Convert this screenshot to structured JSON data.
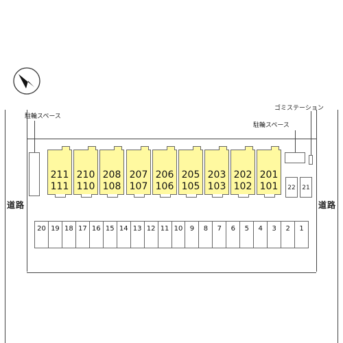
{
  "roads": {
    "left_label": "道路",
    "right_label": "道路"
  },
  "labels": {
    "bike_left": "駐輪スペース",
    "bike_right": "駐輪スペース",
    "garbage": "ゴミステーション"
  },
  "units": [
    {
      "upper": "211",
      "lower": "111"
    },
    {
      "upper": "210",
      "lower": "110"
    },
    {
      "upper": "208",
      "lower": "108"
    },
    {
      "upper": "207",
      "lower": "107"
    },
    {
      "upper": "206",
      "lower": "106"
    },
    {
      "upper": "205",
      "lower": "105"
    },
    {
      "upper": "203",
      "lower": "103"
    },
    {
      "upper": "202",
      "lower": "102"
    },
    {
      "upper": "201",
      "lower": "101"
    }
  ],
  "parking": [
    "20",
    "19",
    "18",
    "17",
    "16",
    "15",
    "14",
    "13",
    "12",
    "11",
    "10",
    "9",
    "8",
    "7",
    "6",
    "5",
    "4",
    "3",
    "2",
    "1"
  ],
  "side_parking": [
    "22",
    "21"
  ],
  "colors": {
    "unit_fill": "#fff9a0",
    "line": "#444444"
  },
  "compass": "north-arrow-icon"
}
